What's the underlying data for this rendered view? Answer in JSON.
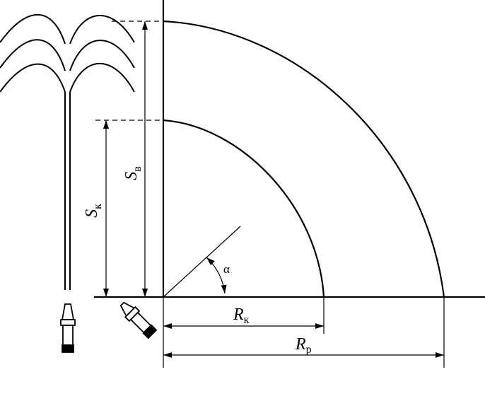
{
  "labels": {
    "s_v": {
      "main": "S",
      "sub": "в"
    },
    "s_k": {
      "main": "S",
      "sub": "к"
    },
    "r_k": {
      "main": "R",
      "sub": "к"
    },
    "r_p": {
      "main": "R",
      "sub": "р"
    },
    "alpha": "α"
  },
  "colors": {
    "line": "#000000",
    "background": "#ffffff"
  }
}
